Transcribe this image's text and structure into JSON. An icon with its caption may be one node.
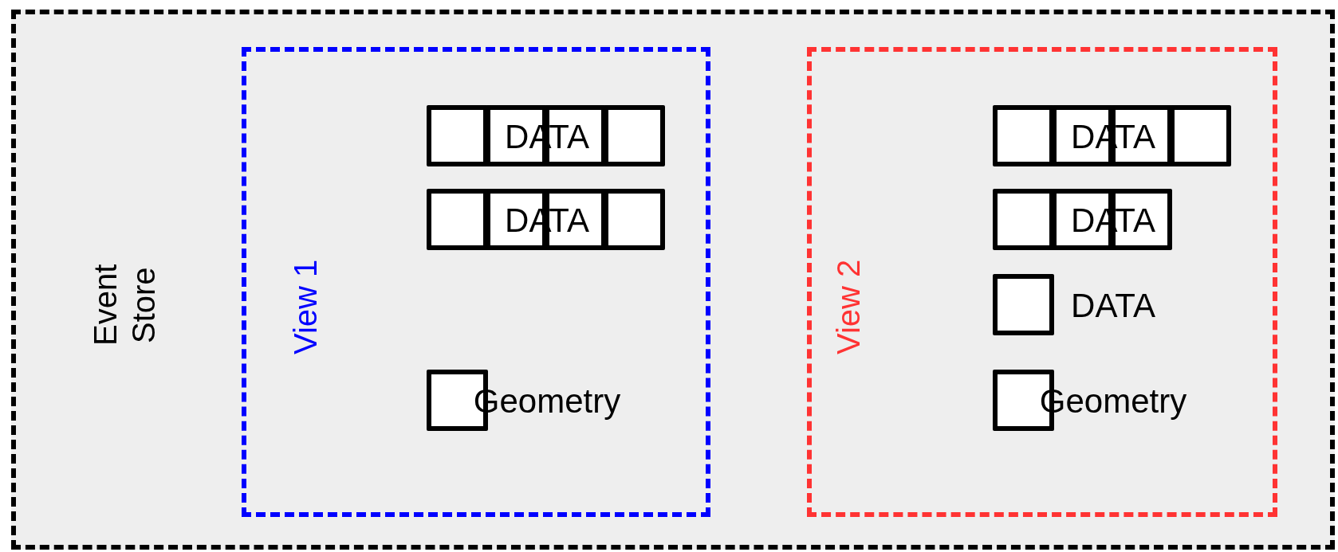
{
  "diagram": {
    "nodes": [
      {
        "text": [
          "Event Store"
        ]
      },
      {
        "text": [
          "View 1"
        ],
        "in": 0
      },
      {
        "text": [
          "DATA"
        ],
        "in": 1
      },
      {
        "text": [
          "DATA"
        ],
        "in": 1
      },
      {
        "text": [
          "Geometry"
        ],
        "in": 1
      },
      {
        "text": [
          "View 2"
        ],
        "in": 0
      },
      {
        "text": [
          "DATA"
        ],
        "in": 5
      },
      {
        "text": [
          "DATA"
        ],
        "in": 5
      },
      {
        "text": [
          "DATA"
        ],
        "in": 5
      },
      {
        "text": [
          "Geometry"
        ],
        "in": 5
      }
    ],
    "edges": []
  }
}
